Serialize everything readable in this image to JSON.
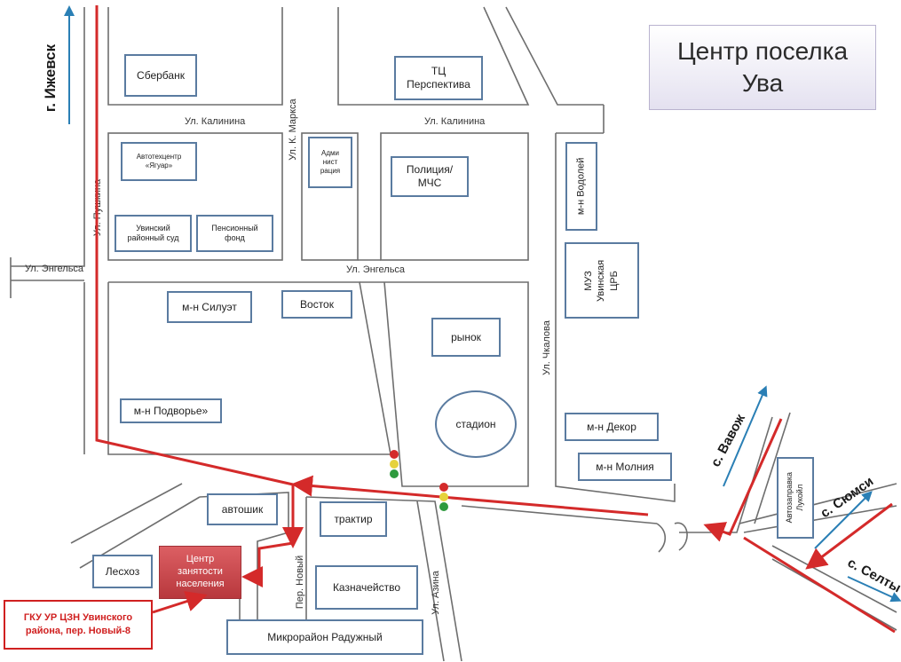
{
  "title": [
    "Центр поселка",
    "Ува"
  ],
  "directions": {
    "izhevsk": "г. Ижевск",
    "vavozh": "с. Вавож",
    "syumsi": "с. Сюмси",
    "selty": "с. Селты"
  },
  "streets": {
    "kalinina_left": "Ул. Калинина",
    "kalinina_right": "Ул. Калинина",
    "engelsa_left": "Ул. Энгельса",
    "engelsa_center": "Ул. Энгельса",
    "pushkina": "Ул. Пушкина",
    "k_marksa": "Ул. К. Маркса",
    "chkalova": "Ул. Чкалова",
    "azina": "Ул. Азина",
    "per_novy": "Пер. Новый"
  },
  "places": {
    "sberbank": "Сбербанк",
    "tc": [
      "ТЦ",
      "Перспектива"
    ],
    "avtocenter": [
      "Автотехцентр",
      "«Ягуар»"
    ],
    "administration": [
      "Адми",
      "нист",
      "рация"
    ],
    "police": [
      "Полиция/",
      "МЧС"
    ],
    "vodoley": "м-н Водолей",
    "court": [
      "Увинский",
      "районный суд"
    ],
    "pension": [
      "Пенсионный",
      "фонд"
    ],
    "hospital": [
      "МУЗ",
      "Увинская",
      "ЦРБ"
    ],
    "siluet": "м-н Силуэт",
    "vostok": "Восток",
    "rynok": "рынок",
    "podvorie": "м-н Подворье»",
    "stadium": "стадион",
    "dekor": "м-н Декор",
    "molniya": "м-н Молния",
    "avtoshik": "автошик",
    "traktor": "трактир",
    "leshoz": "Лесхоз",
    "kaznacheystvo": "Казначейство",
    "raduzhny": "Микрорайон Радужный",
    "lukoil": [
      "Автозаправка",
      "Лукойл"
    ]
  },
  "center": [
    "Центр",
    "занятости",
    "населения"
  ],
  "address": [
    "ГКУ УР ЦЗН Увинского",
    "района, пер. Новый-8"
  ],
  "colors": {
    "street_line": "#6e6e6e",
    "box_border": "#5a7ba0",
    "route": "#d42a2a",
    "direction_arrow": "#2a7fb5",
    "title_gradient": "#e4e1f0"
  }
}
